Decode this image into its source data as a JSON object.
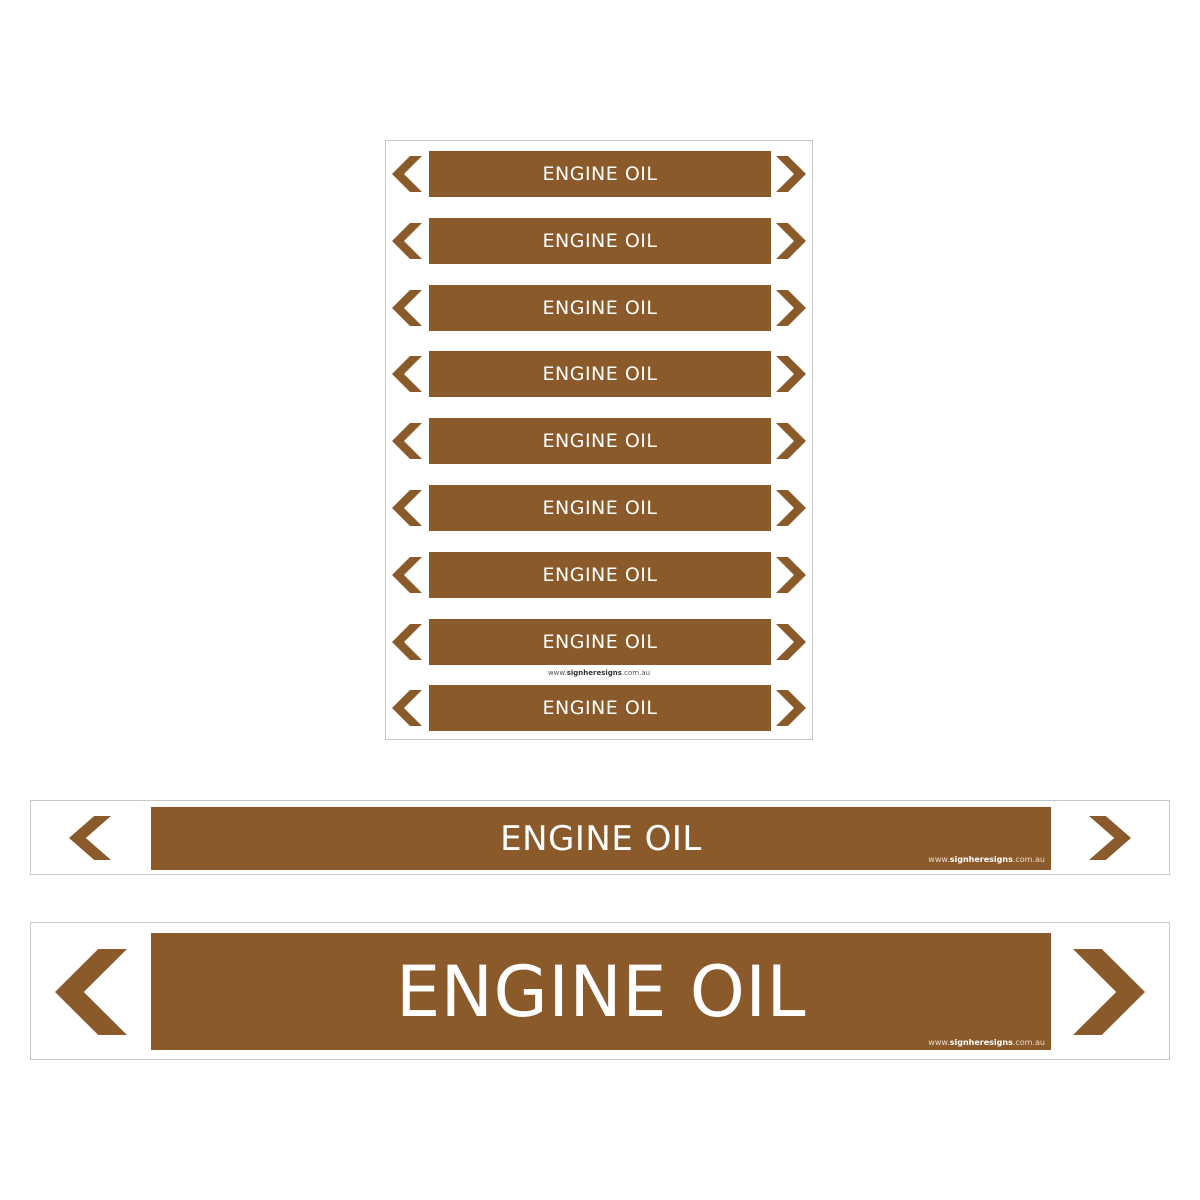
{
  "label_text": "ENGINE OIL",
  "url": {
    "prefix": "www.",
    "brand": "signheresigns",
    "suffix": ".com.au"
  },
  "colors": {
    "brand_brown": "#8B5A2B",
    "text": "#FFFFFF",
    "border": "#C8C8C8"
  },
  "icons": {
    "left": "chevron-left-icon",
    "right": "chevron-right-icon"
  },
  "sheet": {
    "rows": [
      {
        "label": "ENGINE OIL"
      },
      {
        "label": "ENGINE OIL"
      },
      {
        "label": "ENGINE OIL"
      },
      {
        "label": "ENGINE OIL"
      },
      {
        "label": "ENGINE OIL"
      },
      {
        "label": "ENGINE OIL"
      },
      {
        "label": "ENGINE OIL"
      },
      {
        "label": "ENGINE OIL"
      },
      {
        "label": "ENGINE OIL"
      }
    ]
  },
  "marker_medium": {
    "label": "ENGINE OIL"
  },
  "marker_large": {
    "label": "ENGINE OIL"
  }
}
